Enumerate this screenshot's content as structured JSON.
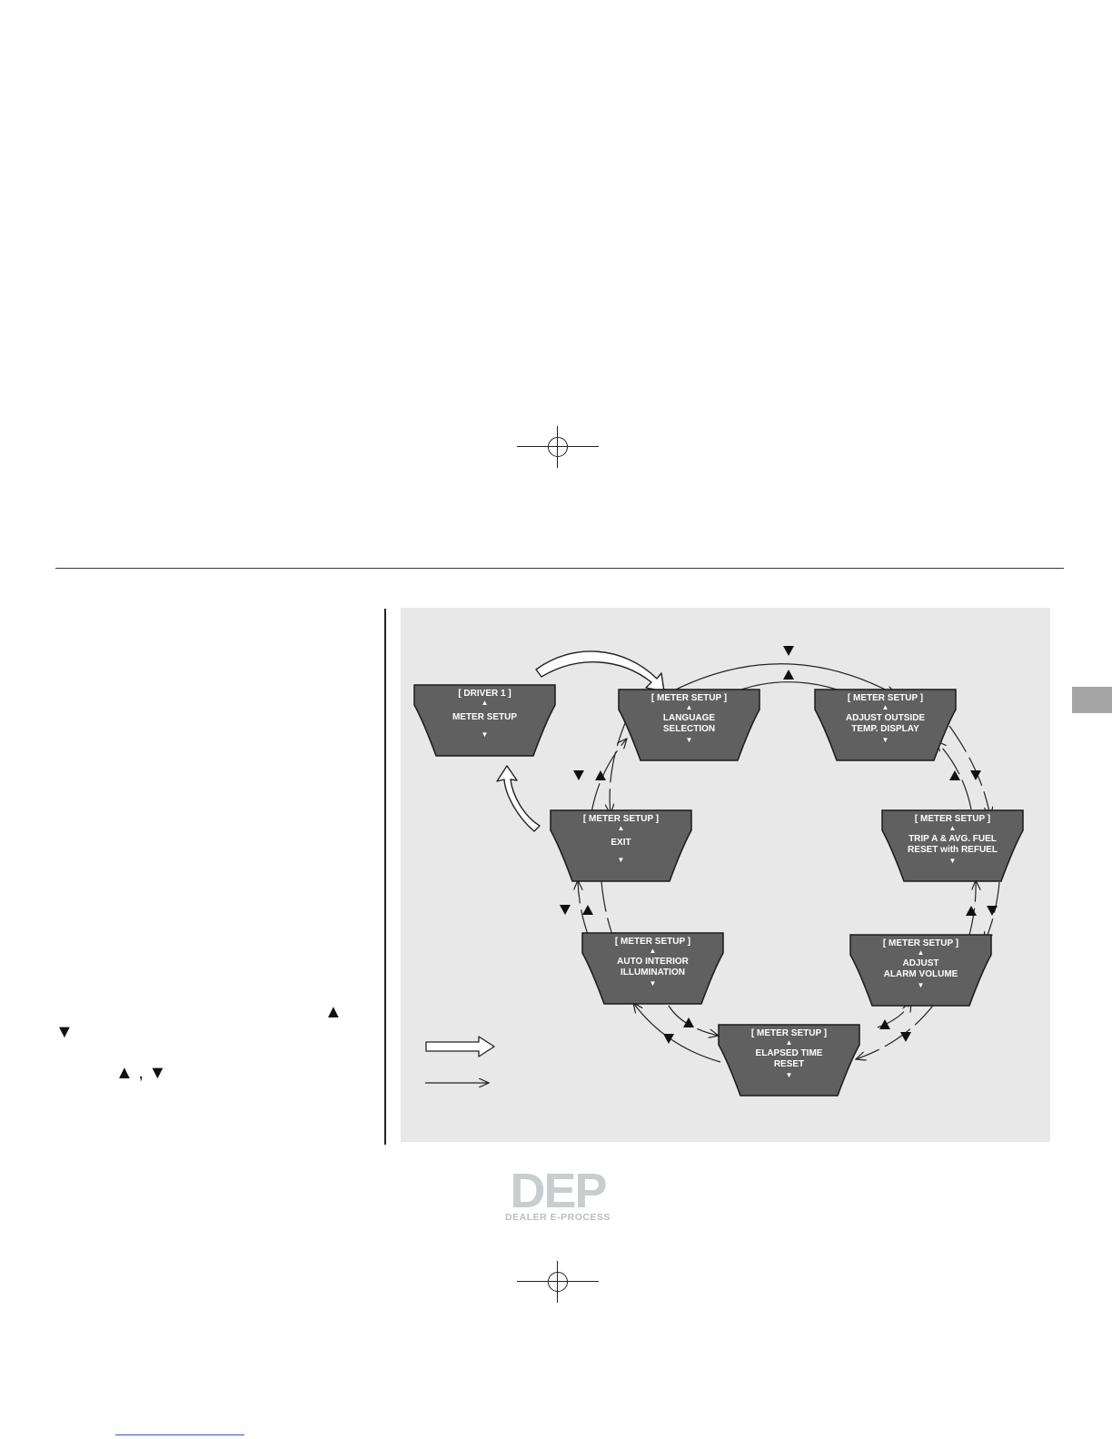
{
  "page": {
    "arrow_symbols": {
      "up": "▲",
      "down": "▼",
      "up_down": "▲ , ▼"
    }
  },
  "diagram": {
    "nodes": [
      {
        "id": "driver",
        "header": "[ DRIVER 1 ]",
        "lines": [
          "METER SETUP"
        ]
      },
      {
        "id": "lang",
        "header": "[ METER SETUP ]",
        "lines": [
          "LANGUAGE",
          "SELECTION"
        ]
      },
      {
        "id": "temp",
        "header": "[ METER SETUP ]",
        "lines": [
          "ADJUST OUTSIDE",
          "TEMP. DISPLAY"
        ]
      },
      {
        "id": "trip",
        "header": "[ METER SETUP ]",
        "lines": [
          "TRIP A & AVG. FUEL",
          "RESET with REFUEL"
        ]
      },
      {
        "id": "alarm",
        "header": "[ METER SETUP ]",
        "lines": [
          "ADJUST",
          "ALARM VOLUME"
        ]
      },
      {
        "id": "elapsed",
        "header": "[ METER SETUP ]",
        "lines": [
          "ELAPSED TIME",
          "RESET"
        ]
      },
      {
        "id": "illum",
        "header": "[ METER SETUP ]",
        "lines": [
          "AUTO INTERIOR",
          "ILLUMINATION"
        ]
      },
      {
        "id": "exit",
        "header": "[ METER SETUP ]",
        "lines": [
          "EXIT"
        ]
      }
    ],
    "box_symbols": {
      "up": "▲",
      "down": "▼"
    },
    "colors": {
      "panel": "#e8e8e8",
      "box_fill": "#606060",
      "box_stroke": "#1a1a1a",
      "box_text": "#ffffff",
      "line": "#222222"
    }
  },
  "logo": {
    "main": "DEP",
    "sub": "DEALER E-PROCESS"
  }
}
